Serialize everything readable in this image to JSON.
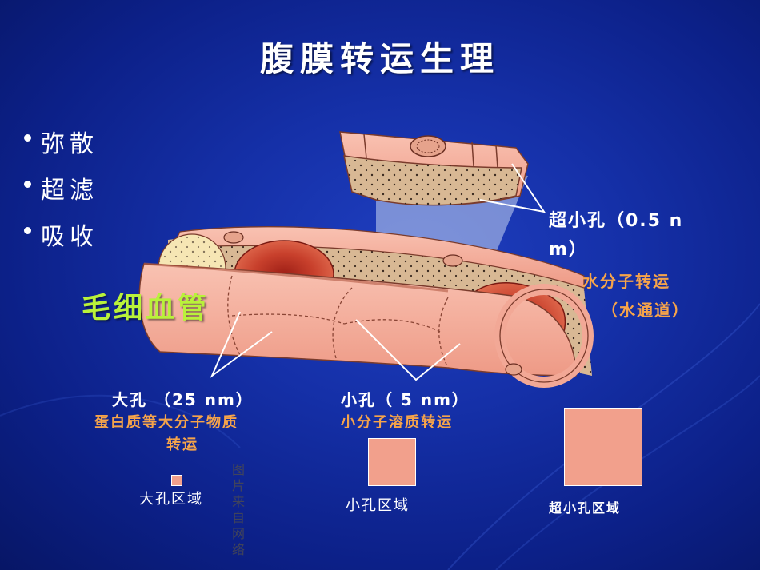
{
  "title": "腹膜转运生理",
  "bullets": [
    "弥散",
    "超滤",
    "吸收"
  ],
  "capillary_label": "毛细血管",
  "ultra_small_pore": {
    "label_line1": "超小孔（0.5 n",
    "label_line2": "m）",
    "desc_line1": "水分子转运",
    "desc_line2": "（水通道）"
  },
  "large_pore": {
    "label": "大孔 （25 nm）",
    "desc_line1": "蛋白质等大分子物质",
    "desc_line2": "转运"
  },
  "small_pore": {
    "label": "小孔（ 5 nm）",
    "desc": "小分子溶质转运"
  },
  "legend": {
    "large": "大孔区域",
    "small": "小孔区域",
    "ultra": "超小孔区域"
  },
  "vertical_note": "图片来自网络",
  "colors": {
    "background": "#1530a8",
    "title": "#ffffff",
    "desc_text": "#f6a44a",
    "capillary_label": "#b9f23a",
    "legend_box": "#f2a08c",
    "vessel_wall": "#f2a896",
    "red_cell": "#c0392b"
  }
}
